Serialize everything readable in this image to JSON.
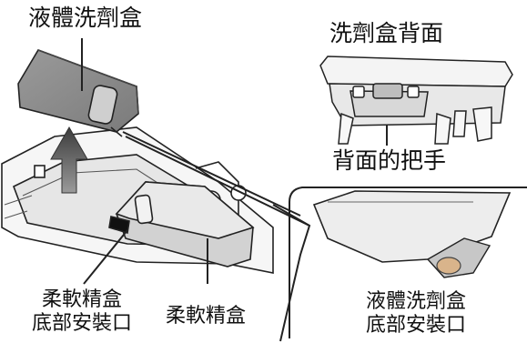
{
  "labels": {
    "detergent_box": "液體洗劑盒",
    "box_back_title": "洗劑盒背面",
    "back_handle": "背面的把手",
    "softener_install_l1": "柔軟精盒",
    "softener_install_l2": "底部安裝口",
    "softener_box": "柔軟精盒",
    "detergent_install_l1": "液體洗劑盒",
    "detergent_install_l2": "底部安裝口"
  },
  "colors": {
    "line": "#222222",
    "shade_dark": "#8a8a8a",
    "shade_mid": "#c9c9c9",
    "shade_light": "#ededed",
    "arrow": "#555555"
  }
}
